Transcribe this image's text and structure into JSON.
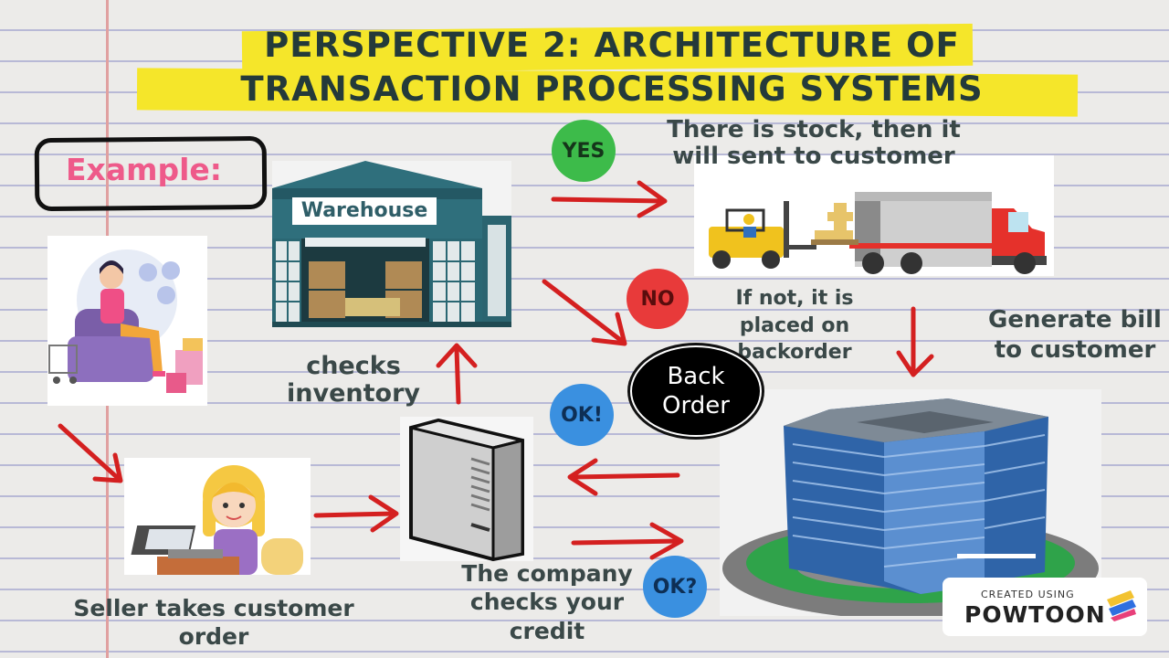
{
  "title": {
    "line1": "PERSPECTIVE 2: ARCHITECTURE OF",
    "line2": "TRANSACTION PROCESSING SYSTEMS"
  },
  "example_label": "Example:",
  "warehouse_sign": "Warehouse",
  "labels": {
    "checks_inventory_1": "checks",
    "checks_inventory_2": "inventory",
    "stock_1": "There is stock, then it",
    "stock_2": "will sent to customer",
    "not_1": "If not, it is",
    "not_2": "placed on",
    "not_3": "backorder",
    "bill_1": "Generate bill",
    "bill_2": "to customer",
    "seller_1": "Seller takes customer",
    "seller_2": "order",
    "credit_1": "The company",
    "credit_2": "checks your",
    "credit_3": "credit"
  },
  "badges": {
    "yes": "YES",
    "no": "NO",
    "ok": "OK!",
    "ok_question": "OK?"
  },
  "back_order": {
    "line1": "Back",
    "line2": "Order"
  },
  "watermark": {
    "created_using": "CREATED USING",
    "brand": "POWTOON"
  },
  "colors": {
    "highlight": "#f5e62a",
    "title_text": "#243a3a",
    "label_text": "#3a4848",
    "example_pink": "#ee5a8a",
    "arrow_red": "#d42020",
    "yes_green": "#3dbb4a",
    "no_red": "#e83a3a",
    "ok_blue": "#3a90e0",
    "paper": "#ecebe9",
    "rule_line": "#b8b9d6",
    "margin_line": "#e0a0a0"
  }
}
